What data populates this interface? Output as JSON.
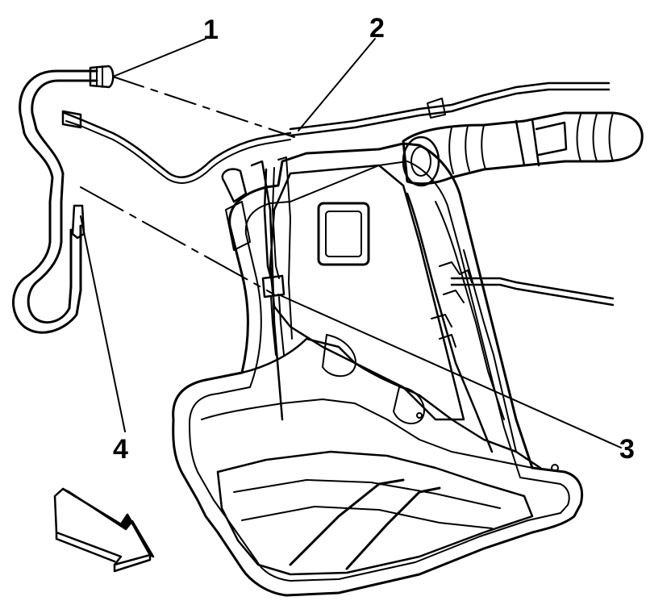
{
  "callouts": [
    {
      "id": "1",
      "label": "1"
    },
    {
      "id": "2",
      "label": "2"
    },
    {
      "id": "3",
      "label": "3"
    },
    {
      "id": "4",
      "label": "4"
    }
  ],
  "colors": {
    "line": "#000000",
    "background": "#ffffff"
  },
  "icons": {
    "direction_arrow": "front-direction-arrow-icon"
  }
}
